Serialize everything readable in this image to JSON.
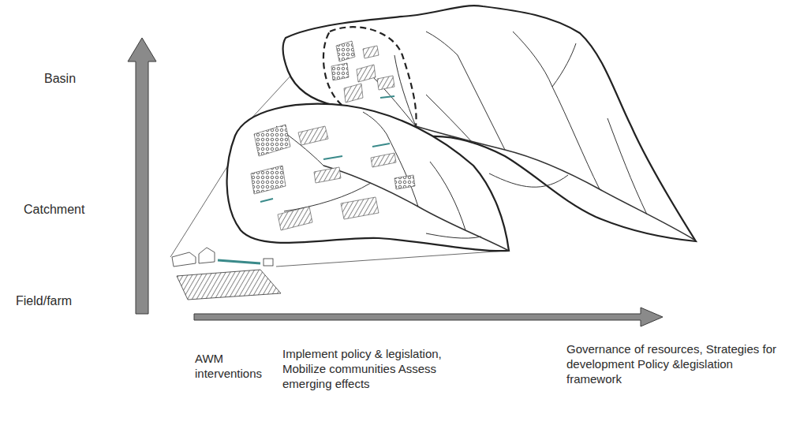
{
  "diagram": {
    "labels": [
      "Basin",
      "Catchment",
      "Field/farm",
      "AWM interventions",
      "Implement policy & legislation, Mobilize communities Assess emerging effects",
      "Governance of resources, Strategies for development Policy &legislation framework"
    ]
  }
}
